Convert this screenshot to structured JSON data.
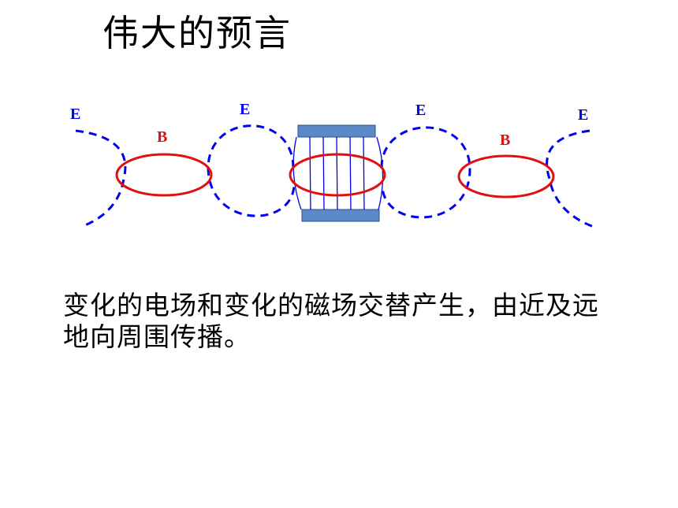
{
  "title": "伟大的预言",
  "diagram": {
    "labels_e": [
      "E",
      "E",
      "E",
      "E"
    ],
    "labels_b": [
      "B",
      "B"
    ],
    "colors": {
      "electric": "#0000ee",
      "magnetic": "#e01010",
      "plate": "#5b8ac8",
      "plate_border": "#2a4f8a"
    }
  },
  "description": "变化的电场和变化的磁场交替产生，由近及远地向周围传播。"
}
